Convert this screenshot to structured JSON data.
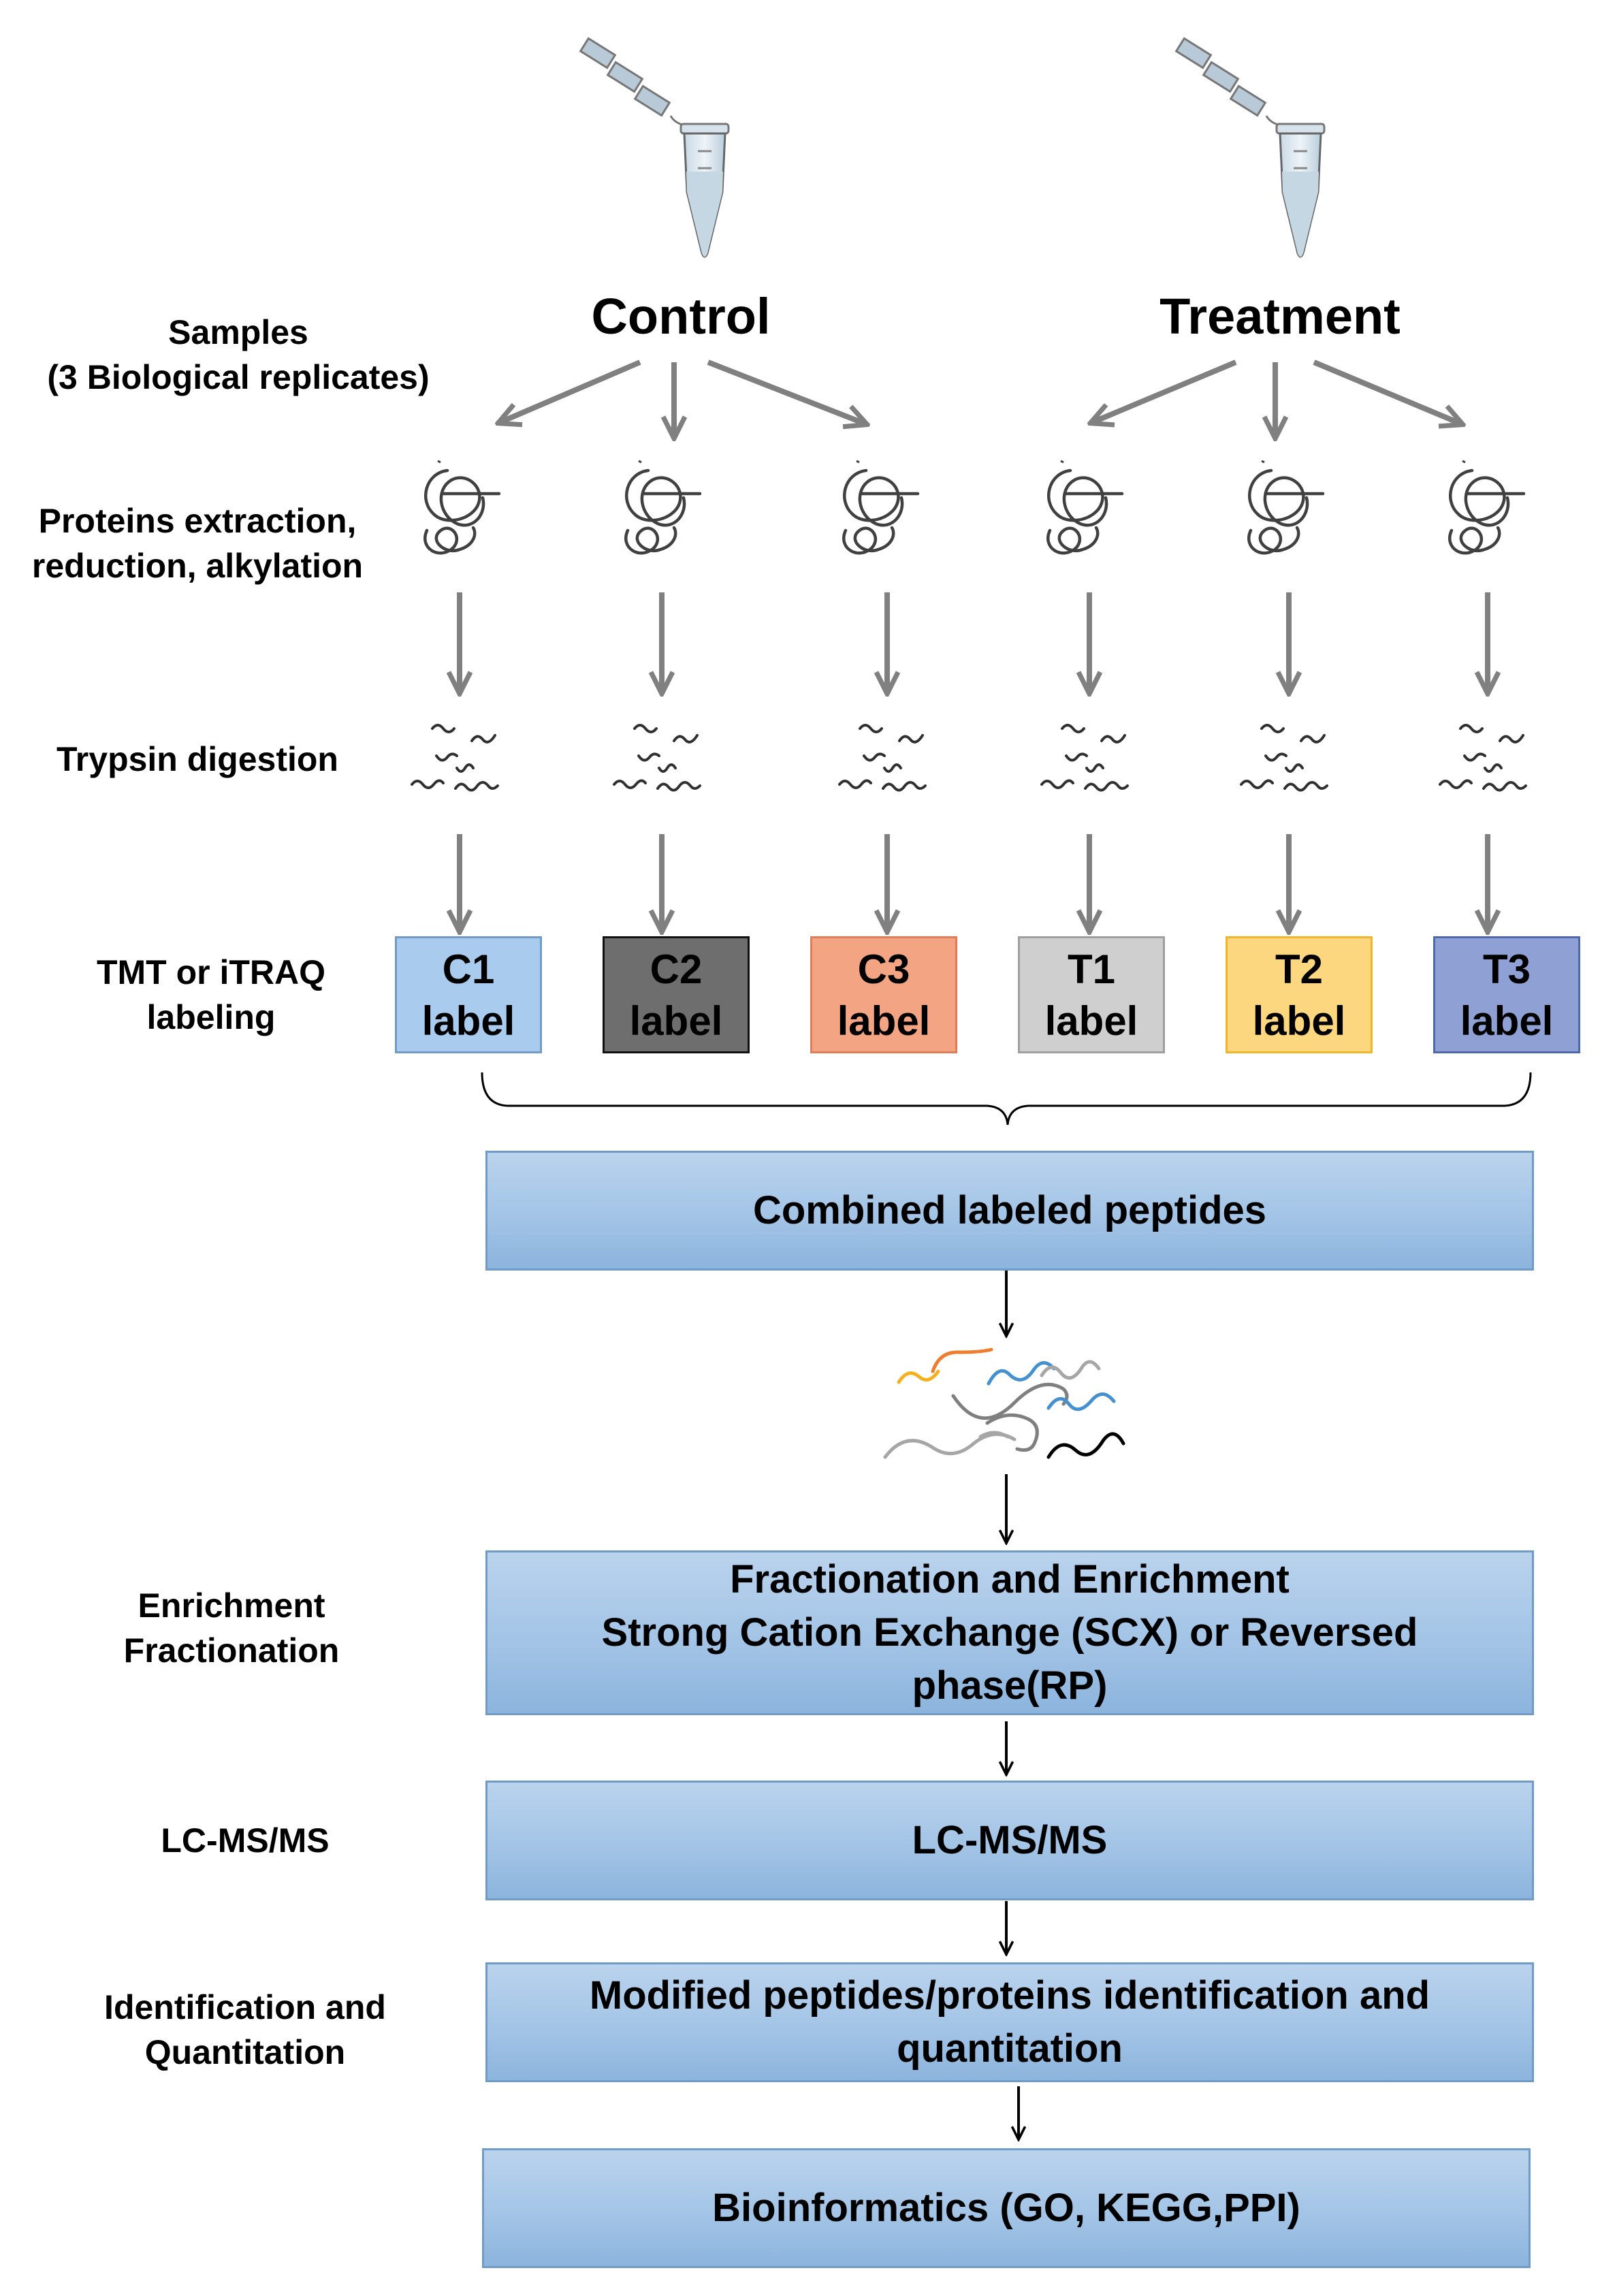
{
  "groups": {
    "control": "Control",
    "treatment": "Treatment"
  },
  "side_labels": {
    "samples": [
      "Samples",
      "(3 Biological replicates)"
    ],
    "extraction": [
      "Proteins extraction,",
      "reduction, alkylation"
    ],
    "digestion": [
      "Trypsin digestion"
    ],
    "labeling": [
      "TMT or iTRAQ",
      "labeling"
    ],
    "enrichment": [
      "Enrichment",
      "Fractionation"
    ],
    "lcms": [
      "LC-MS/MS"
    ],
    "identification": [
      "Identification and",
      "Quantitation"
    ]
  },
  "labels": [
    {
      "top": "C1",
      "bottom": "label",
      "color": "#a9cbee"
    },
    {
      "top": "C2",
      "bottom": "label",
      "color": "#6e6e6e"
    },
    {
      "top": "C3",
      "bottom": "label",
      "color": "#f2a483"
    },
    {
      "top": "T1",
      "bottom": "label",
      "color": "#cfcfcf"
    },
    {
      "top": "T2",
      "bottom": "label",
      "color": "#fdd77f"
    },
    {
      "top": "T3",
      "bottom": "label",
      "color": "#8ea0d4"
    }
  ],
  "steps": {
    "combined": "Combined labeled peptides",
    "fractionation": [
      "Fractionation and Enrichment",
      "Strong Cation Exchange (SCX) or Reversed",
      "phase(RP)"
    ],
    "lcms": "LC-MS/MS",
    "identification": [
      "Modified peptides/proteins  identification and",
      "quantitation"
    ],
    "bioinformatics": "Bioinformatics (GO, KEGG,PPI)"
  },
  "colors": {
    "arrow": "#808080",
    "box_border": "#6f9bc6",
    "box_fill": "#a3c4e6"
  },
  "icons": [
    "tube-icon",
    "protein-icon",
    "peptides-icon",
    "mixed-peptides-icon"
  ]
}
